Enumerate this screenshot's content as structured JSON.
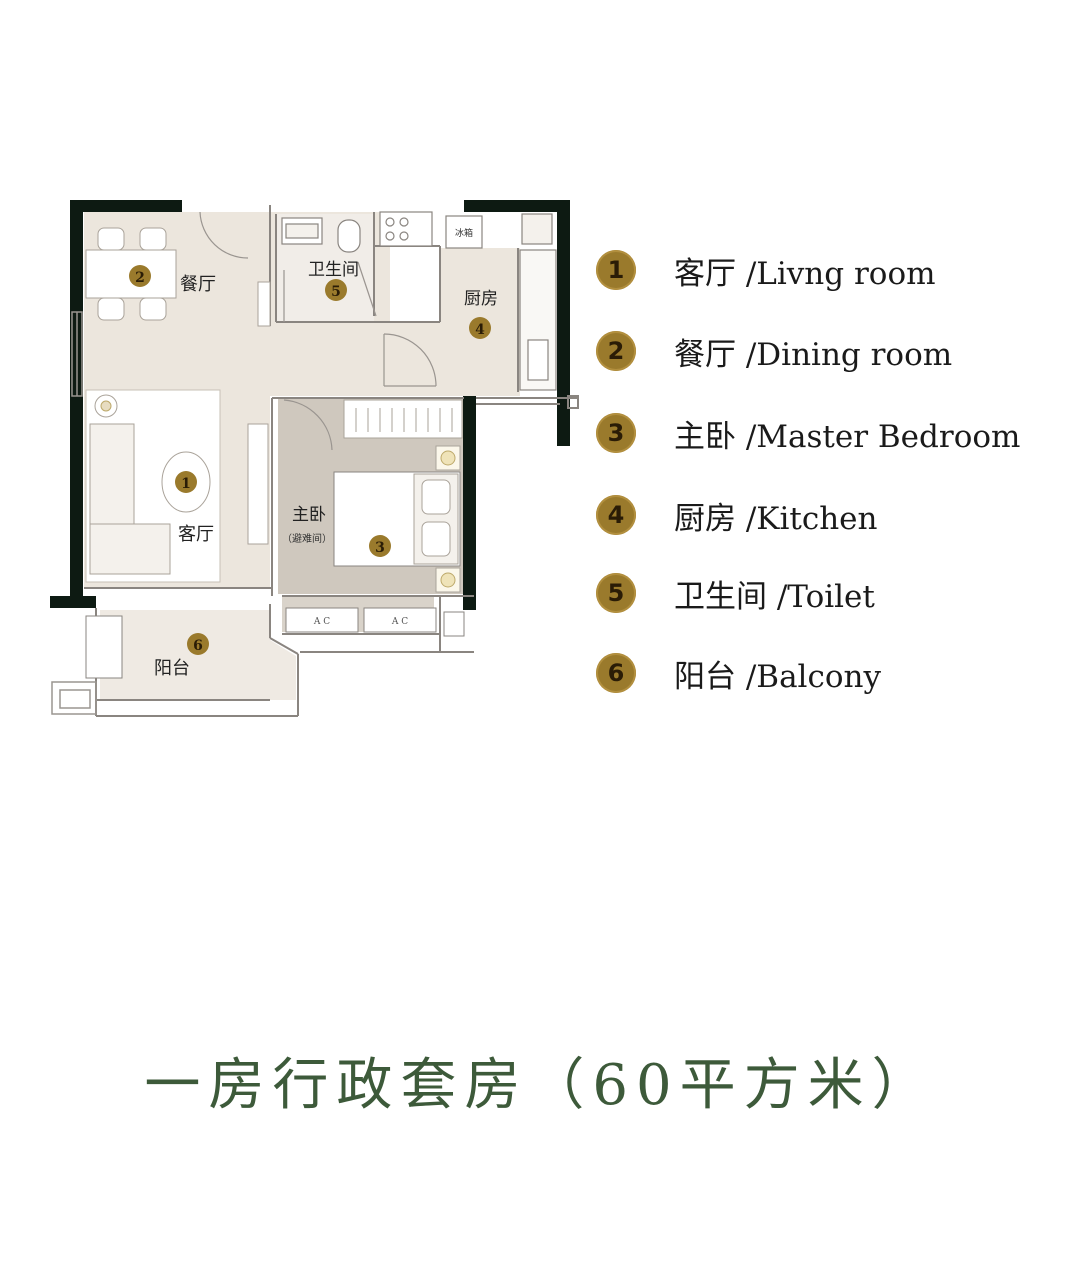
{
  "floor_plan": {
    "rooms": [
      {
        "number": "1",
        "label": "客厅"
      },
      {
        "number": "2",
        "label": "餐厅"
      },
      {
        "number": "3",
        "label": "主卧",
        "sublabel": "（避难间）"
      },
      {
        "number": "4",
        "label": "厨房"
      },
      {
        "number": "5",
        "label": "卫生间"
      },
      {
        "number": "6",
        "label": "阳台"
      }
    ],
    "fridge_label": "冰箱",
    "ac_label": "A C",
    "badge_color": "#9a7a2c",
    "wall_color": "#0d1a12",
    "floor_color": "#ece6dd",
    "bedroom_floor_color": "#cfc8be"
  },
  "legend": {
    "items": [
      {
        "number": "1",
        "text": "客厅 /Livng room"
      },
      {
        "number": "2",
        "text": "餐厅 /Dining room"
      },
      {
        "number": "3",
        "text": "主卧 /Master Bedroom"
      },
      {
        "number": "4",
        "text": "厨房 /Kitchen"
      },
      {
        "number": "5",
        "text": "卫生间 /Toilet"
      },
      {
        "number": "6",
        "text": "阳台 /Balcony"
      }
    ]
  },
  "title": "一房行政套房（60平方米）",
  "accent_color": "#3d5a3a"
}
